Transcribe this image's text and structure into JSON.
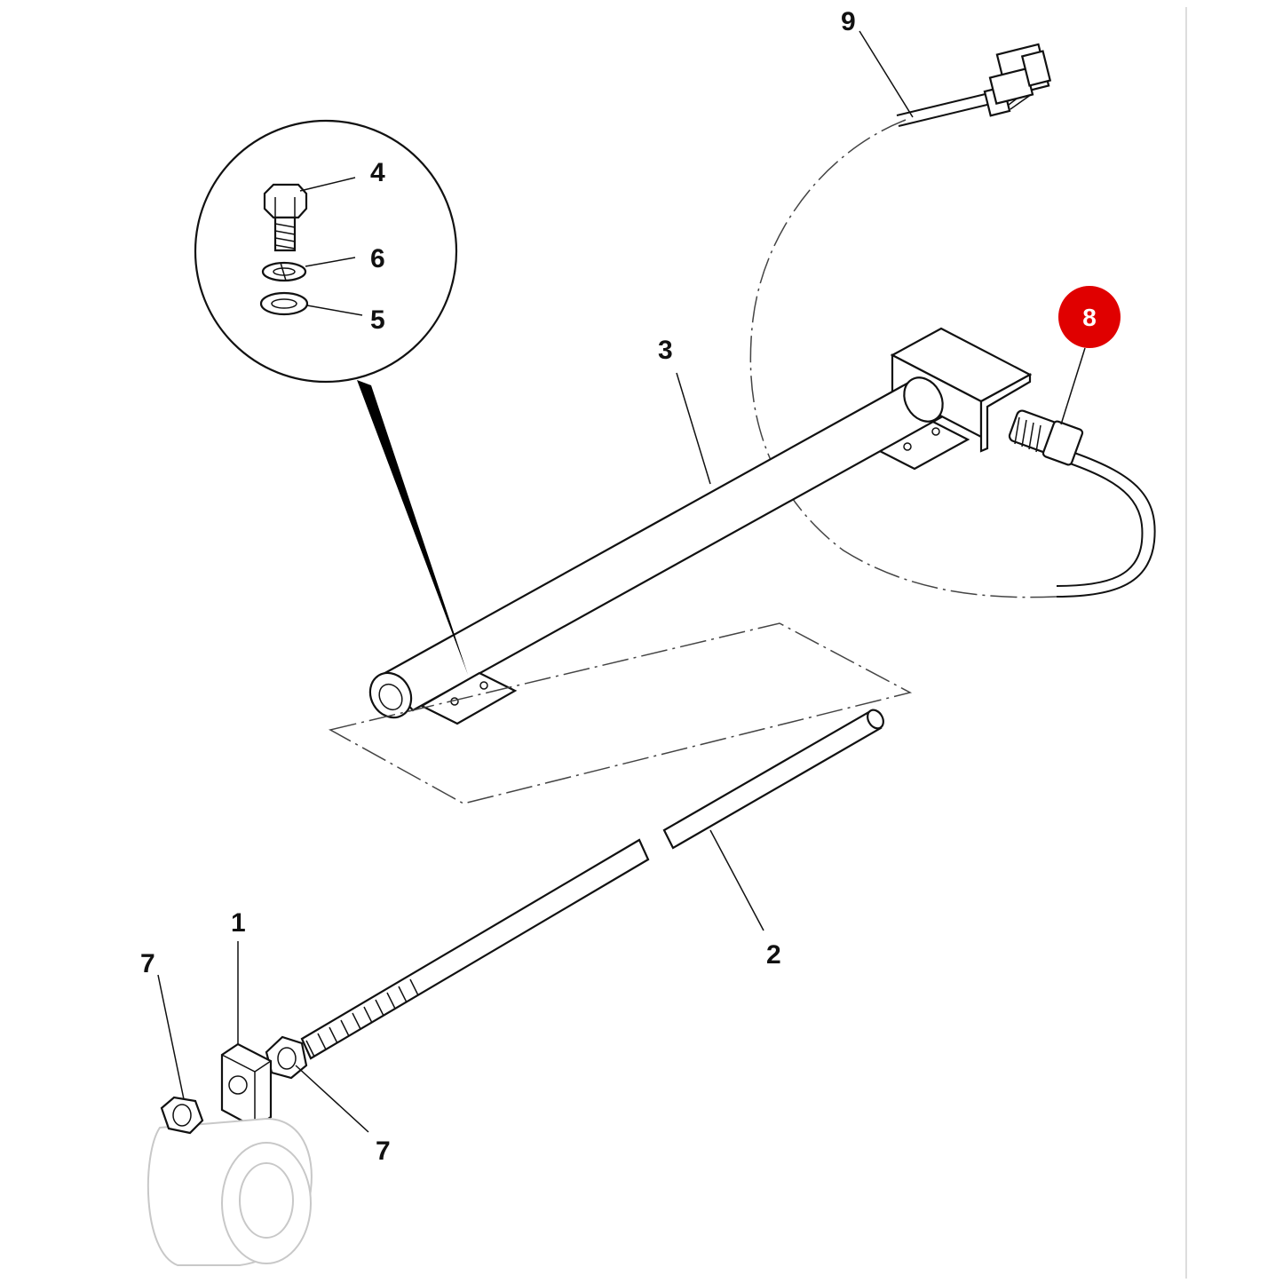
{
  "diagram": {
    "highlight_color": "#e00000",
    "callouts": {
      "c1": "1",
      "c2": "2",
      "c3": "3",
      "c4": "4",
      "c5": "5",
      "c6": "6",
      "c7a": "7",
      "c7b": "7",
      "c8": "8",
      "c9": "9"
    }
  }
}
